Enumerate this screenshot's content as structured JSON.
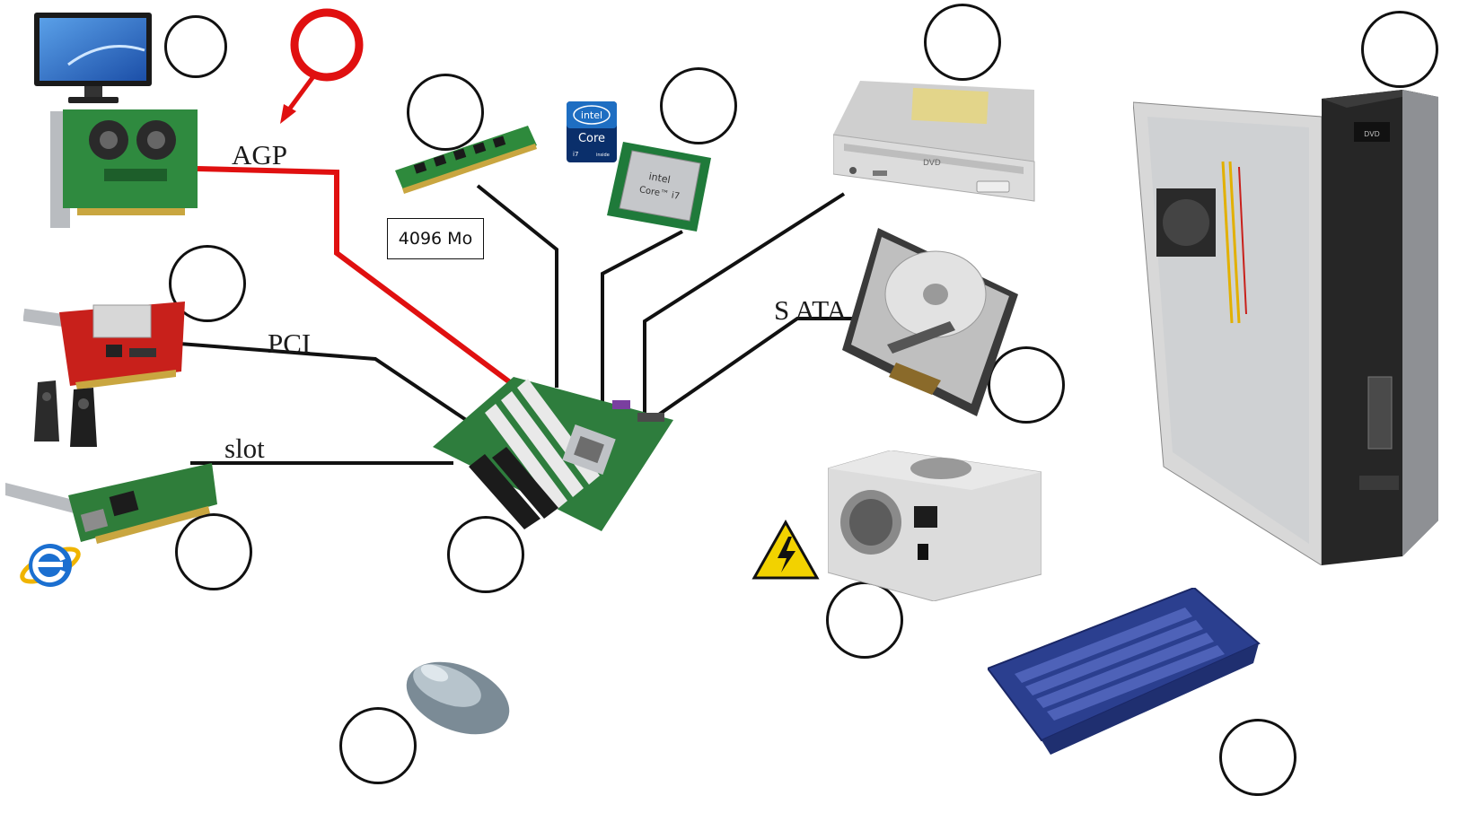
{
  "labels": {
    "agp": "AGP",
    "pci": "PCI",
    "slot": "slot",
    "sata": "S ATA",
    "ram_size": "4096 Mo"
  },
  "logos": {
    "intel_badge_brand": "intel",
    "intel_badge_line": "Core",
    "intel_badge_sub": "i7",
    "intel_badge_inside": "inside",
    "cpu_brand": "intel",
    "cpu_model": "Core™ i7",
    "dvd_logo": "DVD",
    "case_dvd_logo": "DVD",
    "ie_logo": "e"
  },
  "colors": {
    "line": "#111111",
    "agp_line": "#e01010",
    "pointer": "#e01010",
    "pcb_green": "#2f7d3a",
    "warning_yellow": "#f2d200",
    "keyboard_blue": "#2b3f8f"
  },
  "components": [
    "monitor",
    "agp-graphics-card",
    "pci-tv-tuner-card",
    "speakers",
    "network-card",
    "internet-explorer-icon",
    "ram-module",
    "intel-core-i7-badge",
    "cpu-core-i7",
    "motherboard",
    "dvd-drive",
    "hard-disk",
    "power-supply",
    "high-voltage-warning",
    "computer-case",
    "keyboard",
    "mouse"
  ]
}
